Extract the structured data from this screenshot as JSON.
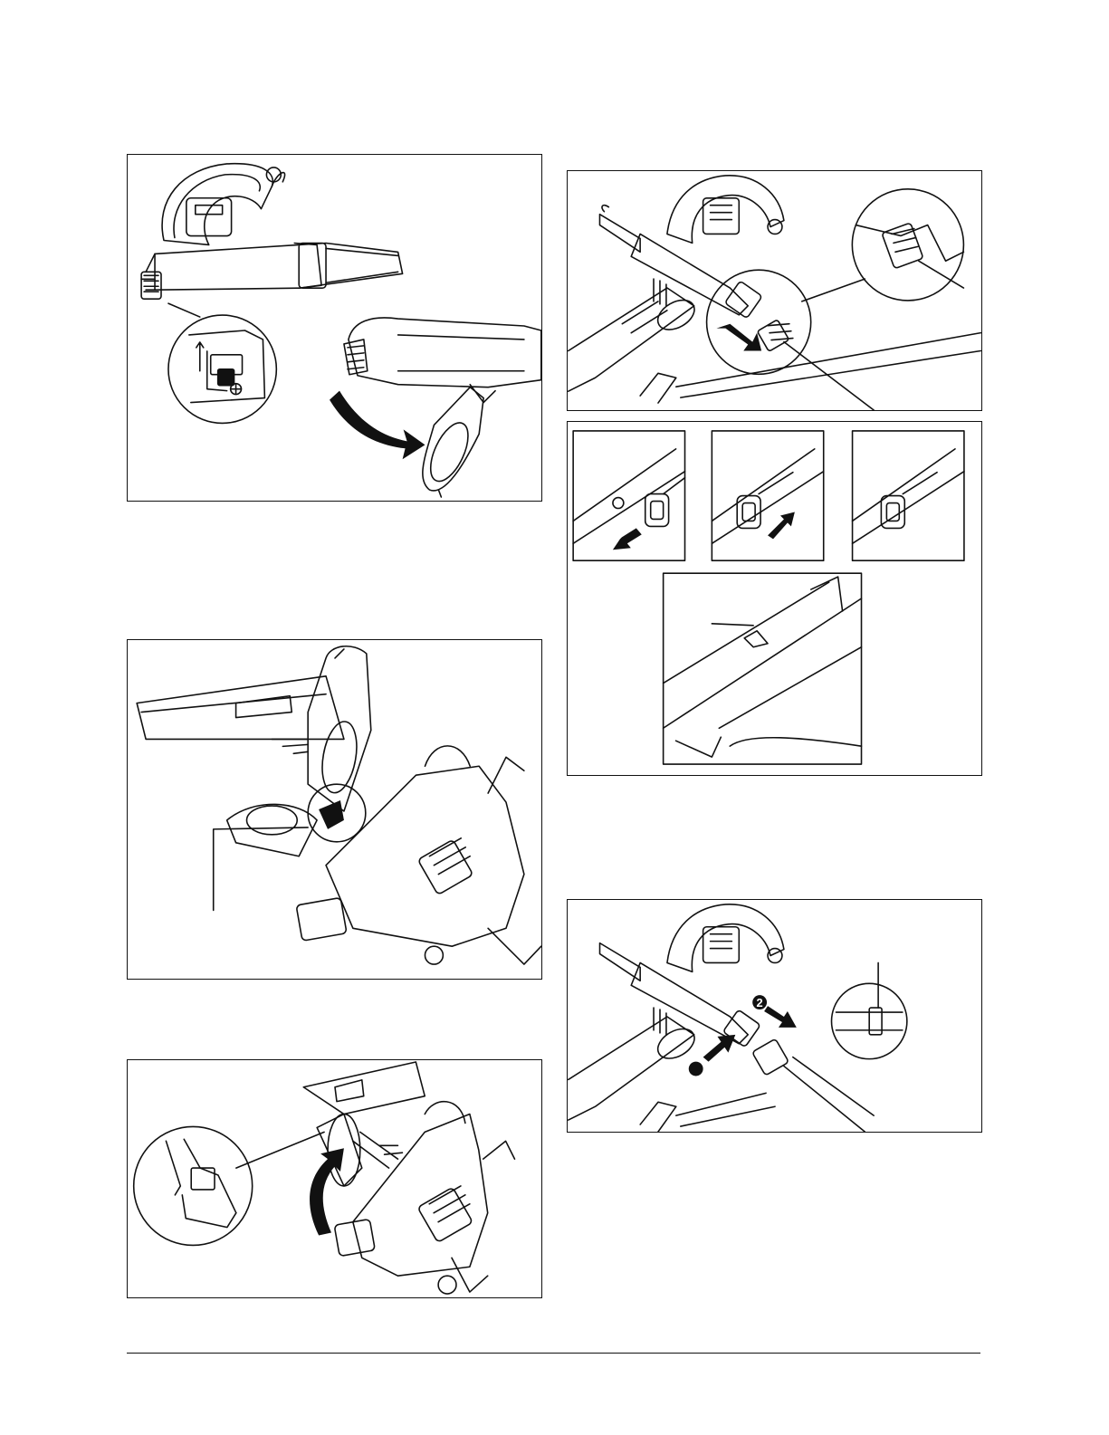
{
  "page": {
    "background": "#ffffff",
    "line_color": "#111111"
  },
  "figures": [
    {
      "name": "figure-release-inlet-cover",
      "arrow": "curved-arrow-down"
    },
    {
      "name": "figure-open-inlet-cover",
      "callout": "leader-line"
    },
    {
      "name": "figure-close-inlet-cover",
      "arrow": "curved-arrow-up"
    },
    {
      "name": "figure-attach-tube-connector",
      "arrow": "straight-arrow"
    },
    {
      "name": "figure-align-and-lock-steps",
      "sub_steps": 3
    },
    {
      "name": "figure-remove-tube",
      "markers": [
        "1",
        "2"
      ]
    }
  ],
  "step_markers": {
    "first": "",
    "second": "2"
  }
}
